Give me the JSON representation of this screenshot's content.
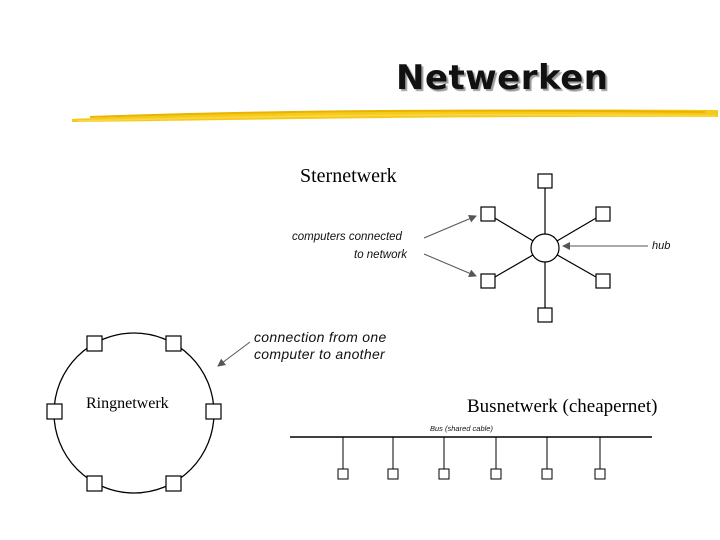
{
  "slide": {
    "title": "Netwerken",
    "accent_color": "#f2c200"
  },
  "star": {
    "label": "Sternetwerk",
    "computers_note_line1": "computers connected",
    "computers_note_line2": "to network",
    "hub_note": "hub"
  },
  "ring": {
    "label": "Ringnetwerk",
    "connection_note_line1": "connection from one",
    "connection_note_line2": "computer to another"
  },
  "bus": {
    "label": "Busnetwerk (cheapernet)",
    "cable_note": "Bus (shared cable)"
  }
}
